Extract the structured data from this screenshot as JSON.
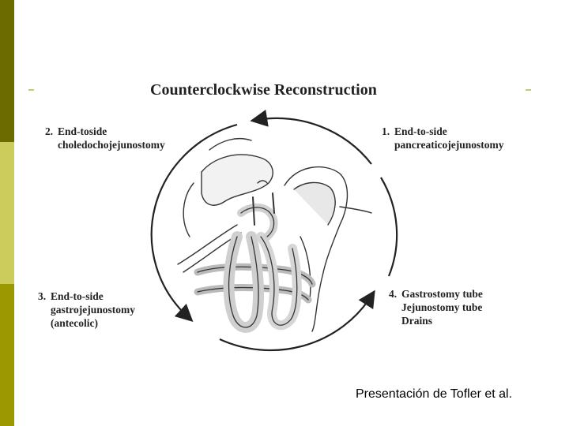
{
  "title": "Counterclockwise Reconstruction",
  "steps": [
    {
      "number": "1.",
      "lines": [
        "End-to-side",
        "pancreaticojejunostomy"
      ]
    },
    {
      "number": "2.",
      "lines": [
        "End-toside",
        "choledochojejunostomy"
      ]
    },
    {
      "number": "3.",
      "lines": [
        "End-to-side",
        "gastrojejunostomy",
        "(antecolic)"
      ]
    },
    {
      "number": "4.",
      "lines": [
        "Gastrostomy tube",
        "Jejunostomy tube",
        "Drains"
      ]
    }
  ],
  "credit": "Presentación de Tofler et al.",
  "colors": {
    "sidebar_dark": "#6b6b00",
    "sidebar_light": "#cccc5c",
    "sidebar_mid": "#9a9a00",
    "ink": "#222222"
  }
}
